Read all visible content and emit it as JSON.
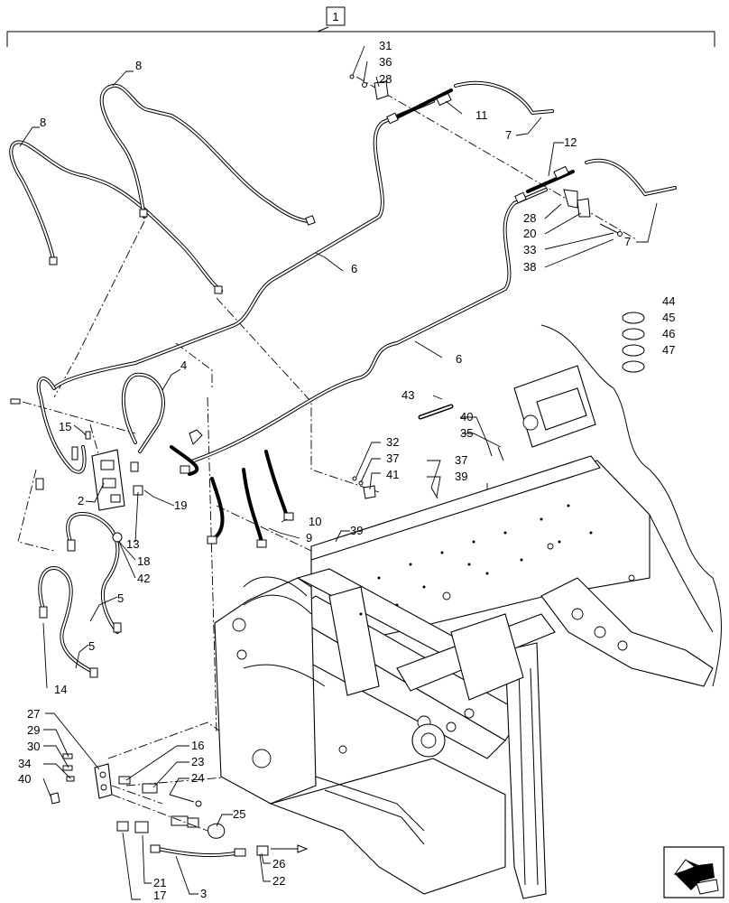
{
  "assembly_ref": "1",
  "callouts": {
    "c1": "31",
    "c2": "36",
    "c3": "28",
    "c4": "11",
    "c5": "7",
    "c6": "12",
    "c7": "28",
    "c8": "20",
    "c9": "33",
    "c10": "38",
    "c11": "7",
    "c12": "8",
    "c13": "8",
    "c14": "6",
    "c15": "6",
    "c16": "44",
    "c17": "45",
    "c18": "46",
    "c19": "47",
    "c20": "4",
    "c21": "43",
    "c22": "40",
    "c23": "35",
    "c24": "15",
    "c25": "32",
    "c26": "37",
    "c27": "41",
    "c28": "37",
    "c29": "39",
    "c30": "2",
    "c31": "19",
    "c32": "10",
    "c33": "9",
    "c34": "13",
    "c35": "18",
    "c36": "42",
    "c37": "39",
    "c38": "5",
    "c39": "5",
    "c40": "14",
    "c41": "27",
    "c42": "29",
    "c43": "30",
    "c44": "34",
    "c45": "40",
    "c46": "16",
    "c47": "23",
    "c48": "24",
    "c49": "25",
    "c50": "21",
    "c51": "17",
    "c52": "3",
    "c53": "26",
    "c54": "22"
  },
  "icons": {
    "nav": "turn-page-arrow-icon"
  }
}
